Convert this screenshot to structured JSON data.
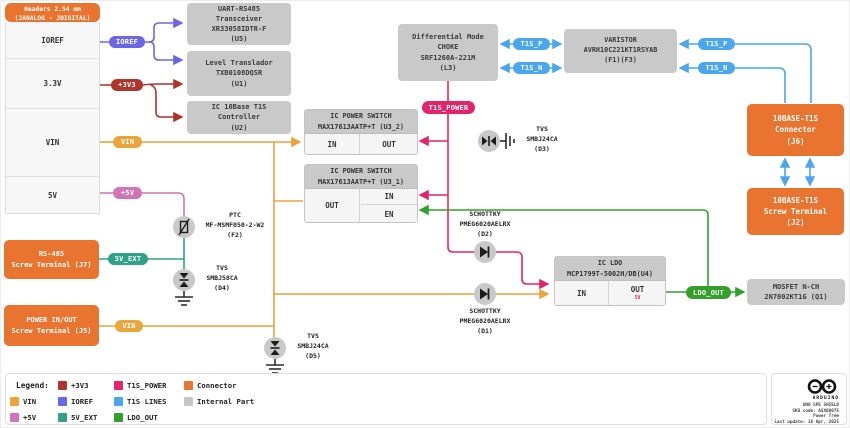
{
  "colors": {
    "vin": "#E9A43B",
    "p3v3": "#AE352B",
    "p5v": "#CE74B7",
    "ioref": "#6A66E8",
    "v5ext": "#30A089",
    "t1s_power": "#E2256B",
    "t1s_lines": "#4AA7EE",
    "ldo_out": "#34A02C",
    "connector": "#E8742F",
    "internal": "#C6C6C6"
  },
  "header_box": {
    "title": "Headers 2.54 mm\n(JANALOG - JDIGITAL)",
    "rows": [
      "IOREF",
      "3.3V",
      "VIN",
      "5V"
    ]
  },
  "pills": {
    "ioref": "IOREF",
    "p3v3": "+3V3",
    "vin": "VIN",
    "p5v": "+5V",
    "v5ext": "5V_EXT",
    "vin_j5": "VIN",
    "t1s_power": "T1S_POWER",
    "t1s_p_left": "T1S_P",
    "t1s_n_left": "T1S_N",
    "t1s_p_right": "T1S_P",
    "t1s_n_right": "T1S_N",
    "ldo_out": "LDO_OUT"
  },
  "blocks": {
    "u5": "UART-RS485\nTransceiver\nXR33058IDTR-F\n(U5)",
    "u1": "Level Translador\nTXB0108DQSR\n(U1)",
    "u2": "IC 10Base T1S\nController\n(U2)",
    "l3": "Differential Mode\nCHOKE\nSRF1260A-221M\n(L3)",
    "f1f3": "VARISTOR\nAVRH10C221KT1RSYAB\n(F1)(F3)",
    "q1": "MOSFET N-CH\n2N7002KT1G (Q1)",
    "j6": "10BASE-T1S\nConnector\n(J6)",
    "j2": "10BASE-T1S\nScrew Terminal\n(J2)",
    "j7": "RS-485\nScrew Terminal (J7)",
    "j5": "POWER IN/OUT\nScrew Terminal (J5)"
  },
  "switch_u3_2": {
    "title": "IC POWER SWITCH\nMAX17613AATP+T (U3_2)",
    "pin_in": "IN",
    "pin_out": "OUT"
  },
  "switch_u3_1": {
    "title": "IC POWER SWITCH\nMAX17613AATP+T (U3_1)",
    "pin_out": "OUT",
    "pin_in": "IN",
    "pin_en": "EN"
  },
  "ldo_u4": {
    "title": "IC LDO\nMCP1799T-5002H/DB(U4)",
    "pin_in": "IN",
    "pin_out": "OUT",
    "out_voltage": "5V"
  },
  "parts": {
    "f2": "PTC\nMF-MSMF050-2-W2\n(F2)",
    "d4": "TVS\nSMBJ58CA\n(D4)",
    "d5": "TVS\nSMBJ24CA\n(D5)",
    "d3": "TVS\nSMBJ24CA\n(D3)",
    "d2": "SCHOTTKY\nPMEG6020AELRX\n(D2)",
    "d1": "SCHOTTKY\nPMEG6020AELRX\n(D1)"
  },
  "legend": {
    "title": "Legend:",
    "items": [
      {
        "label": "+3V3",
        "color": "#AE352B"
      },
      {
        "label": "T1S_POWER",
        "color": "#E2256B"
      },
      {
        "label": "Connector",
        "color": "#E8742F"
      },
      {
        "label": "VIN",
        "color": "#E9A43B"
      },
      {
        "label": "IOREF",
        "color": "#6A66E8"
      },
      {
        "label": "T1S LINES",
        "color": "#4AA7EE"
      },
      {
        "label": "Internal Part",
        "color": "#C6C6C6"
      },
      {
        "label": "+5V",
        "color": "#CE74B7"
      },
      {
        "label": "5V_EXT",
        "color": "#30A089"
      },
      {
        "label": "LDO_OUT",
        "color": "#34A02C"
      }
    ]
  },
  "footer": {
    "brand": "ARDUINO",
    "info": "UNO SPE SHIELD\nSKU code: ASX00075\nPower Tree\nLast update: 16 Apr, 2025"
  }
}
